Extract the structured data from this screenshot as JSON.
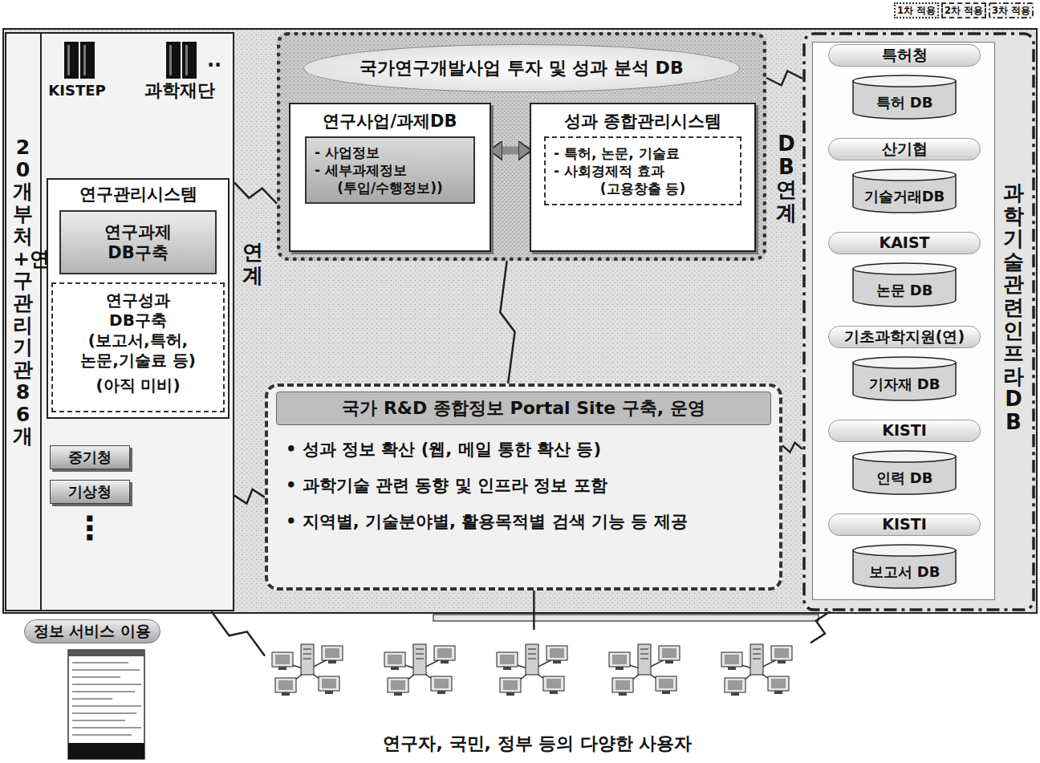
{
  "diagram": {
    "nodes": [
      {
        "text": [
          "20개부처+연구관리기관86개"
        ]
      },
      {
        "text": [
          "연구관리시스템"
        ],
        "in": 0
      },
      {
        "text": [
          "연구과제 DB구축"
        ],
        "in": 1
      },
      {
        "text": [
          "연구성과 DB구축 (보고서,특허, 논문,기술료 등)",
          "(아직 미비)"
        ],
        "in": 1
      },
      {
        "text": [
          "중기청"
        ],
        "in": 0
      },
      {
        "text": [
          "기상청"
        ],
        "in": 0
      },
      {
        "text": [
          "국가연구개발사업 투자 및 성과 분석 DB"
        ]
      },
      {
        "text": [
          "연구사업/과제DB"
        ],
        "in": 6
      },
      {
        "text": [
          "- 사업정보",
          "- 세부과제정보",
          "(투입/수행정보))"
        ],
        "in": 7
      },
      {
        "text": [
          "성과 종합관리시스템"
        ],
        "in": 6
      },
      {
        "text": [
          "- 특허, 논문, 기술료",
          "- 사회경제적 효과",
          "(고용창출 등)"
        ],
        "in": 9
      },
      {
        "text": [
          "국가 R&D 종합정보 Portal Site 구축, 운영",
          "• 성과 정보 확산 (웹, 메일 통한 확산 등)",
          "• 과학기술 관련 동향 및 인프라 정보 포함",
          "• 지역별, 기술분야별, 활용목적별 검색 기능 등 제공"
        ]
      },
      {
        "text": [
          "과학기술관련 인프라DB"
        ]
      },
      {
        "text": [
          "특허청"
        ],
        "in": 12
      },
      {
        "text": [
          "특허 DB"
        ],
        "in": 12
      },
      {
        "text": [
          "산기협"
        ],
        "in": 12
      },
      {
        "text": [
          "기술거래DB"
        ],
        "in": 12
      },
      {
        "text": [
          "KAIST"
        ],
        "in": 12
      },
      {
        "text": [
          "논문 DB"
        ],
        "in": 12
      },
      {
        "text": [
          "기초과학지원(연)"
        ],
        "in": 12
      },
      {
        "text": [
          "기자재 DB"
        ],
        "in": 12
      },
      {
        "text": [
          "KISTI"
        ],
        "in": 12
      },
      {
        "text": [
          "인력 DB"
        ],
        "in": 12
      },
      {
        "text": [
          "KISTI"
        ],
        "in": 12
      },
      {
        "text": [
          "보고서 DB"
        ],
        "in": 12
      },
      {
        "text": [
          "정보 서비스 이용"
        ]
      },
      {
        "text": [
          "연구자, 국민, 정부 등의 다양한 사용자"
        ]
      }
    ],
    "edges": [
      {
        "from": 0,
        "to": 6,
        "arrow": "none"
      },
      {
        "from": 6,
        "to": 11,
        "arrow": "none"
      },
      {
        "from": 0,
        "to": 11,
        "arrow": "none"
      },
      {
        "from": 12,
        "to": 6,
        "arrow": "none"
      },
      {
        "from": 12,
        "to": 11,
        "arrow": "none"
      },
      {
        "from": 0,
        "to": 26,
        "arrow": "none"
      },
      {
        "from": 12,
        "to": 26,
        "arrow": "none"
      },
      {
        "from": 11,
        "to": 26,
        "arrow": "none"
      },
      {
        "from": 7,
        "to": 9,
        "arrow": "both"
      }
    ],
    "labels": [
      "KISTEP",
      "과학재단",
      "..",
      "⋮",
      "연계",
      "DB연계"
    ],
    "legend": [
      {
        "text": "1차 적용"
      },
      {
        "text": "2차 적용"
      },
      {
        "text": "3차 적용"
      }
    ]
  }
}
